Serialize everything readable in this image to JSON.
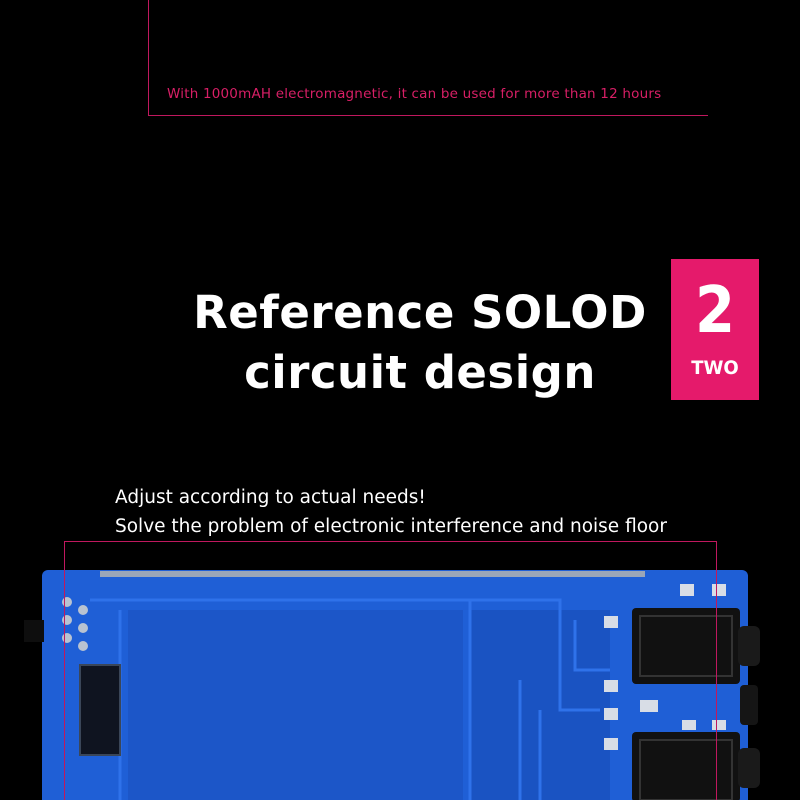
{
  "battery_note": "With 1000mAH electromagnetic, it can be used for more than 12 hours",
  "headline": {
    "line1": "Reference SOLOD",
    "line2": "circuit design"
  },
  "badge": {
    "number": "2",
    "word": "TWO"
  },
  "description": {
    "line1": "Adjust according to actual needs!",
    "line2": "Solve the problem of electronic interference and noise floor"
  },
  "colors": {
    "background": "#000000",
    "accent": "#e51a6b",
    "frame_line": "#c0185e",
    "pcb_blue": "#1f5fd6"
  }
}
